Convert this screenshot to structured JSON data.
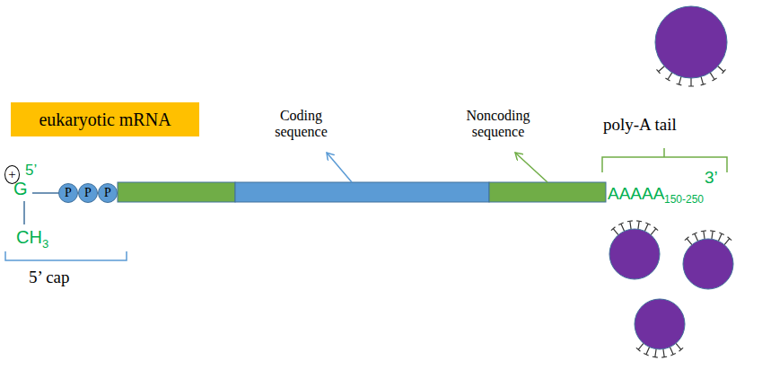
{
  "diagram": {
    "nodes": [
      {
        "text": [
          "eukaryotic mRNA"
        ]
      },
      {
        "text": [
          "+"
        ]
      },
      {
        "text": [
          "P"
        ]
      },
      {
        "text": [
          "P"
        ]
      },
      {
        "text": [
          "P"
        ]
      }
    ],
    "labels": [
      "Coding sequence",
      "Noncoding sequence",
      "poly-A tail",
      "G",
      "5’",
      "CH",
      "3",
      "5’ cap",
      "AAAAA",
      "150-250",
      "3’"
    ]
  }
}
